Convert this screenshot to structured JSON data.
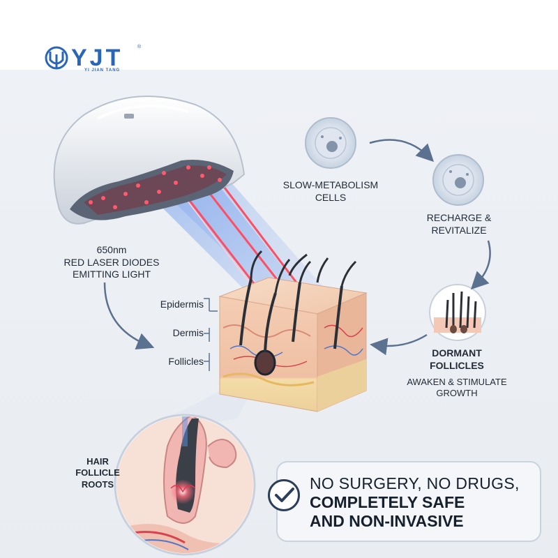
{
  "brand": {
    "name": "YJT",
    "subtitle": "YI JIAN TANG",
    "reg_mark": "®",
    "color": "#2a66b8"
  },
  "labels": {
    "laser_line1": "650nm",
    "laser_line2": "RED LASER DIODES",
    "laser_line3": "EMITTING LIGHT",
    "epidermis": "Epidermis",
    "dermis": "Dermis",
    "follicles": "Follicles",
    "slow_cells_line1": "SLOW-METABOLISM",
    "slow_cells_line2": "CELLS",
    "recharge_line1": "RECHARGE &",
    "recharge_line2": "REVITALIZE",
    "dormant_line1": "DORMANT",
    "dormant_line2": "FOLLICLES",
    "awaken_line1": "AWAKEN & STIMULATE",
    "awaken_line2": "GROWTH",
    "roots_line1": "HAIR",
    "roots_line2": "FOLLICLE",
    "roots_line3": "ROOTS"
  },
  "callout": {
    "line1": "NO SURGERY, NO DRUGS,",
    "line2": "COMPLETELY SAFE",
    "line3": "AND NON-INVASIVE"
  },
  "colors": {
    "laser_red": "#e8344a",
    "beam_blue": "#5d8fe0",
    "arrow": "#5a7190",
    "skin": "#f2c9b0",
    "fat": "#f3dfae",
    "text": "#1f2a36"
  }
}
